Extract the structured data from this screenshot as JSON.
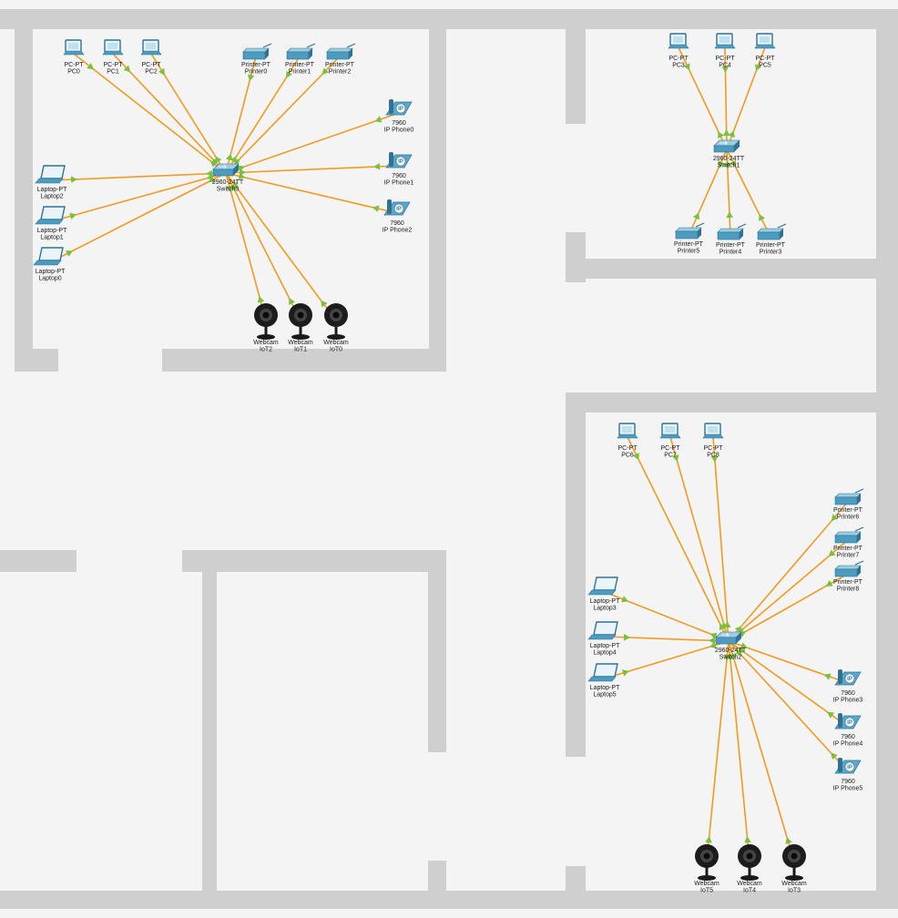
{
  "colors": {
    "background": "#f4f4f4",
    "wall": "#cfcfcf",
    "link": "#f29a1f",
    "link_status": "#7cbf3a",
    "device": "#3f8fb0"
  },
  "switches": [
    {
      "id": "sw0",
      "model": "2960-24TT",
      "name": "Switch0"
    },
    {
      "id": "sw1",
      "model": "2960-24TT",
      "name": "Switch1"
    },
    {
      "id": "sw2",
      "model": "2960-24TT",
      "name": "Switch2"
    }
  ],
  "devices": [
    {
      "id": "pc0",
      "kind": "pc",
      "model": "PC-PT",
      "name": "PC0",
      "switch": "sw0"
    },
    {
      "id": "pc1",
      "kind": "pc",
      "model": "PC-PT",
      "name": "PC1",
      "switch": "sw0"
    },
    {
      "id": "pc2",
      "kind": "pc",
      "model": "PC-PT",
      "name": "PC2",
      "switch": "sw0"
    },
    {
      "id": "pr0",
      "kind": "printer",
      "model": "Printer-PT",
      "name": "Printer0",
      "switch": "sw0"
    },
    {
      "id": "pr1",
      "kind": "printer",
      "model": "Printer-PT",
      "name": "Printer1",
      "switch": "sw0"
    },
    {
      "id": "pr2",
      "kind": "printer",
      "model": "Printer-PT",
      "name": "Printer2",
      "switch": "sw0"
    },
    {
      "id": "ph0",
      "kind": "phone",
      "model": "7960",
      "name": "IP Phone0",
      "switch": "sw0"
    },
    {
      "id": "ph1",
      "kind": "phone",
      "model": "7960",
      "name": "IP Phone1",
      "switch": "sw0"
    },
    {
      "id": "ph2",
      "kind": "phone",
      "model": "7960",
      "name": "IP Phone2",
      "switch": "sw0"
    },
    {
      "id": "lt2",
      "kind": "laptop",
      "model": "Laptop-PT",
      "name": "Laptop2",
      "switch": "sw0"
    },
    {
      "id": "lt1",
      "kind": "laptop",
      "model": "Laptop-PT",
      "name": "Laptop1",
      "switch": "sw0"
    },
    {
      "id": "lt0",
      "kind": "laptop",
      "model": "Laptop-PT",
      "name": "Laptop0",
      "switch": "sw0"
    },
    {
      "id": "iot2",
      "kind": "webcam",
      "model": "Webcam",
      "name": "IoT2",
      "switch": "sw0"
    },
    {
      "id": "iot1",
      "kind": "webcam",
      "model": "Webcam",
      "name": "IoT1",
      "switch": "sw0"
    },
    {
      "id": "iot0",
      "kind": "webcam",
      "model": "Webcam",
      "name": "IoT0",
      "switch": "sw0"
    },
    {
      "id": "pc3",
      "kind": "pc",
      "model": "PC-PT",
      "name": "PC3",
      "switch": "sw1"
    },
    {
      "id": "pc4",
      "kind": "pc",
      "model": "PC-PT",
      "name": "PC4",
      "switch": "sw1"
    },
    {
      "id": "pc5",
      "kind": "pc",
      "model": "PC-PT",
      "name": "PC5",
      "switch": "sw1"
    },
    {
      "id": "pr5",
      "kind": "printer",
      "model": "Printer-PT",
      "name": "Printer5",
      "switch": "sw1"
    },
    {
      "id": "pr4",
      "kind": "printer",
      "model": "Printer-PT",
      "name": "Printer4",
      "switch": "sw1"
    },
    {
      "id": "pr3",
      "kind": "printer",
      "model": "Printer-PT",
      "name": "Printer3",
      "switch": "sw1"
    },
    {
      "id": "pc6",
      "kind": "pc",
      "model": "PC-PT",
      "name": "PC6",
      "switch": "sw2"
    },
    {
      "id": "pc7",
      "kind": "pc",
      "model": "PC-PT",
      "name": "PC7",
      "switch": "sw2"
    },
    {
      "id": "pc8",
      "kind": "pc",
      "model": "PC-PT",
      "name": "PC8",
      "switch": "sw2"
    },
    {
      "id": "pr6",
      "kind": "printer",
      "model": "Printer-PT",
      "name": "Printer6",
      "switch": "sw2"
    },
    {
      "id": "pr7",
      "kind": "printer",
      "model": "Printer-PT",
      "name": "Printer7",
      "switch": "sw2"
    },
    {
      "id": "pr8",
      "kind": "printer",
      "model": "Printer-PT",
      "name": "Printer8",
      "switch": "sw2"
    },
    {
      "id": "lt3",
      "kind": "laptop",
      "model": "Laptop-PT",
      "name": "Laptop3",
      "switch": "sw2"
    },
    {
      "id": "lt4",
      "kind": "laptop",
      "model": "Laptop-PT",
      "name": "Laptop4",
      "switch": "sw2"
    },
    {
      "id": "lt5",
      "kind": "laptop",
      "model": "Laptop-PT",
      "name": "Laptop5",
      "switch": "sw2"
    },
    {
      "id": "ph3",
      "kind": "phone",
      "model": "7960",
      "name": "IP Phone3",
      "switch": "sw2"
    },
    {
      "id": "ph4",
      "kind": "phone",
      "model": "7960",
      "name": "IP Phone4",
      "switch": "sw2"
    },
    {
      "id": "ph5",
      "kind": "phone",
      "model": "7960",
      "name": "IP Phone5",
      "switch": "sw2"
    },
    {
      "id": "iot5",
      "kind": "webcam",
      "model": "Webcam",
      "name": "IoT5",
      "switch": "sw2"
    },
    {
      "id": "iot4",
      "kind": "webcam",
      "model": "Webcam",
      "name": "IoT4",
      "switch": "sw2"
    },
    {
      "id": "iot3",
      "kind": "webcam",
      "model": "Webcam",
      "name": "IoT3",
      "switch": "sw2"
    }
  ]
}
